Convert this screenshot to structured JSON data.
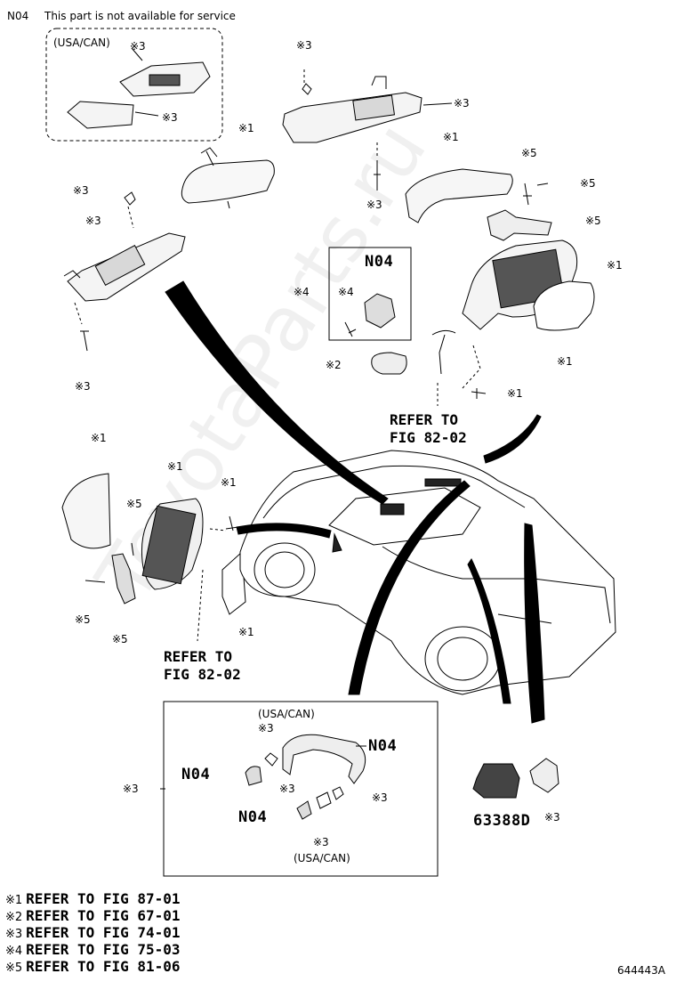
{
  "header": {
    "code": "N04",
    "note": "This part is not available for service"
  },
  "watermark": "ToyotaParts.ru",
  "region_usa_can": "(USA/CAN)",
  "part_marks": {
    "m1": "※1",
    "m2": "※2",
    "m3": "※3",
    "m4": "※4",
    "m5": "※5"
  },
  "n04": "N04",
  "refer_text": "REFER TO\nFIG 82-02",
  "part_number": "63388D",
  "legend": [
    {
      "mark": "※1",
      "text": "REFER TO FIG 87-01"
    },
    {
      "mark": "※2",
      "text": "REFER TO FIG 67-01"
    },
    {
      "mark": "※3",
      "text": "REFER TO FIG 74-01"
    },
    {
      "mark": "※4",
      "text": "REFER TO FIG 75-03"
    },
    {
      "mark": "※5",
      "text": "REFER TO FIG 81-06"
    }
  ],
  "diagram_id": "644443A"
}
